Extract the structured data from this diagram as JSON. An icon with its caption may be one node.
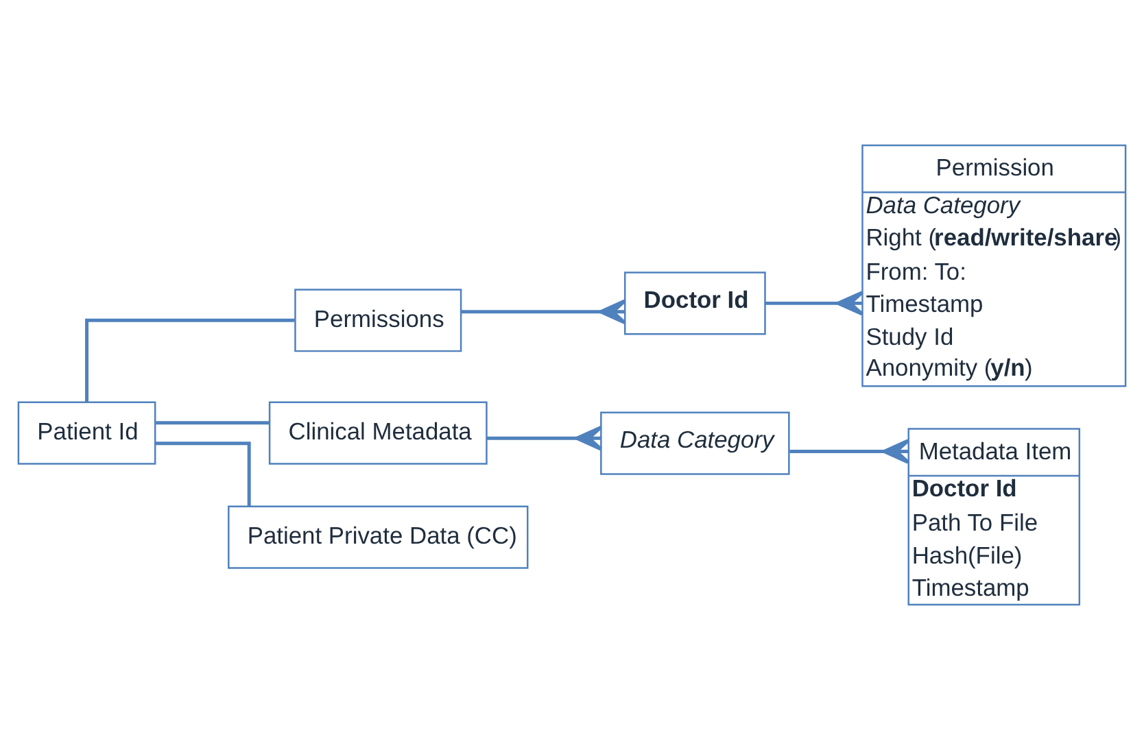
{
  "diagram": {
    "nodes": [
      {
        "text": [
          "Patient Id"
        ]
      },
      {
        "text": [
          "Permissions"
        ]
      },
      {
        "text": [
          "Doctor Id"
        ]
      },
      {
        "text": [
          "Permission",
          "*Data Category*",
          "Right (**read/write/share**)",
          "From: To:",
          "Timestamp",
          "Study Id",
          "Anonymity (**y/n**)"
        ]
      },
      {
        "text": [
          "Clinical Metadata"
        ]
      },
      {
        "text": [
          "Data Category"
        ]
      },
      {
        "text": [
          "Metadata Item",
          "**Doctor Id**",
          "Path To File",
          "Hash(File)",
          "Timestamp"
        ]
      },
      {
        "text": [
          "Patient Private Data (CC)"
        ]
      }
    ],
    "edges": [
      {
        "from": 0,
        "to": 1,
        "arrow": "none"
      },
      {
        "from": 1,
        "to": 2,
        "arrow": "other"
      },
      {
        "from": 2,
        "to": 3,
        "arrow": "other"
      },
      {
        "from": 0,
        "to": 4,
        "arrow": "none"
      },
      {
        "from": 4,
        "to": 5,
        "arrow": "other"
      },
      {
        "from": 5,
        "to": 6,
        "arrow": "other"
      },
      {
        "from": 0,
        "to": 7,
        "arrow": "none"
      }
    ]
  }
}
